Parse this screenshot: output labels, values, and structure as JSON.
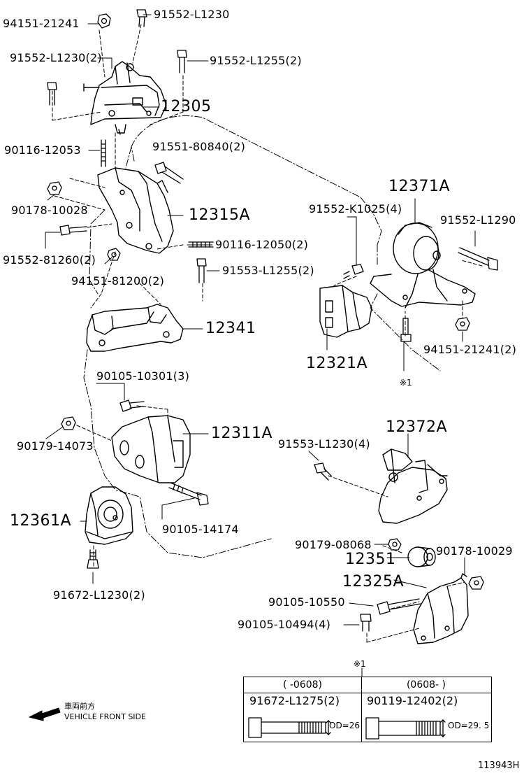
{
  "diagram_id": "113943H",
  "labels": {
    "p94151_21241_top": "94151-21241",
    "p91552_L1230_top": "91552-L1230",
    "p91552_L1230_2": "91552-L1230(2)",
    "p91552_L1255_2": "91552-L1255(2)",
    "p12305": "12305",
    "p90116_12053": "90116-12053",
    "p91551_80840_2": "91551-80840(2)",
    "p90178_10028": "90178-10028",
    "p12315A": "12315A",
    "p91552_81260_2": "91552-81260(2)",
    "p90116_12050_2": "90116-12050(2)",
    "p94151_81200_2": "94151-81200(2)",
    "p91553_L1255_2": "91553-L1255(2)",
    "p12341": "12341",
    "p90105_10301_3": "90105-10301(3)",
    "p90179_14073": "90179-14073",
    "p12311A": "12311A",
    "p90105_14174": "90105-14174",
    "p12361A": "12361A",
    "p91672_L1230_2": "91672-L1230(2)",
    "p12371A": "12371A",
    "p91552_K1025_4": "91552-K1025(4)",
    "p91552_L1290": "91552-L1290",
    "p12321A": "12321A",
    "p94151_21241_2": "94151-21241(2)",
    "note_ref_1": "※1",
    "p12372A": "12372A",
    "p91553_L1230_4": "91553-L1230(4)",
    "p90179_08068": "90179-08068",
    "p90178_10029": "90178-10029",
    "p12351": "12351",
    "p12325A": "12325A",
    "p90105_10550": "90105-10550",
    "p90105_10494_4": "90105-10494(4)",
    "note_ref_2": "※1"
  },
  "table": {
    "col1": {
      "period": "(     -0608)",
      "part": "91672-L1275(2)",
      "dim": "OD=26"
    },
    "col2": {
      "period": "(0608-     )",
      "part": "90119-12402(2)",
      "dim": "OD=29. 5"
    }
  },
  "front": {
    "jp": "車両前方",
    "en": "VEHICLE FRONT SIDE"
  },
  "icons": {
    "arrow": "front-direction-arrow"
  }
}
